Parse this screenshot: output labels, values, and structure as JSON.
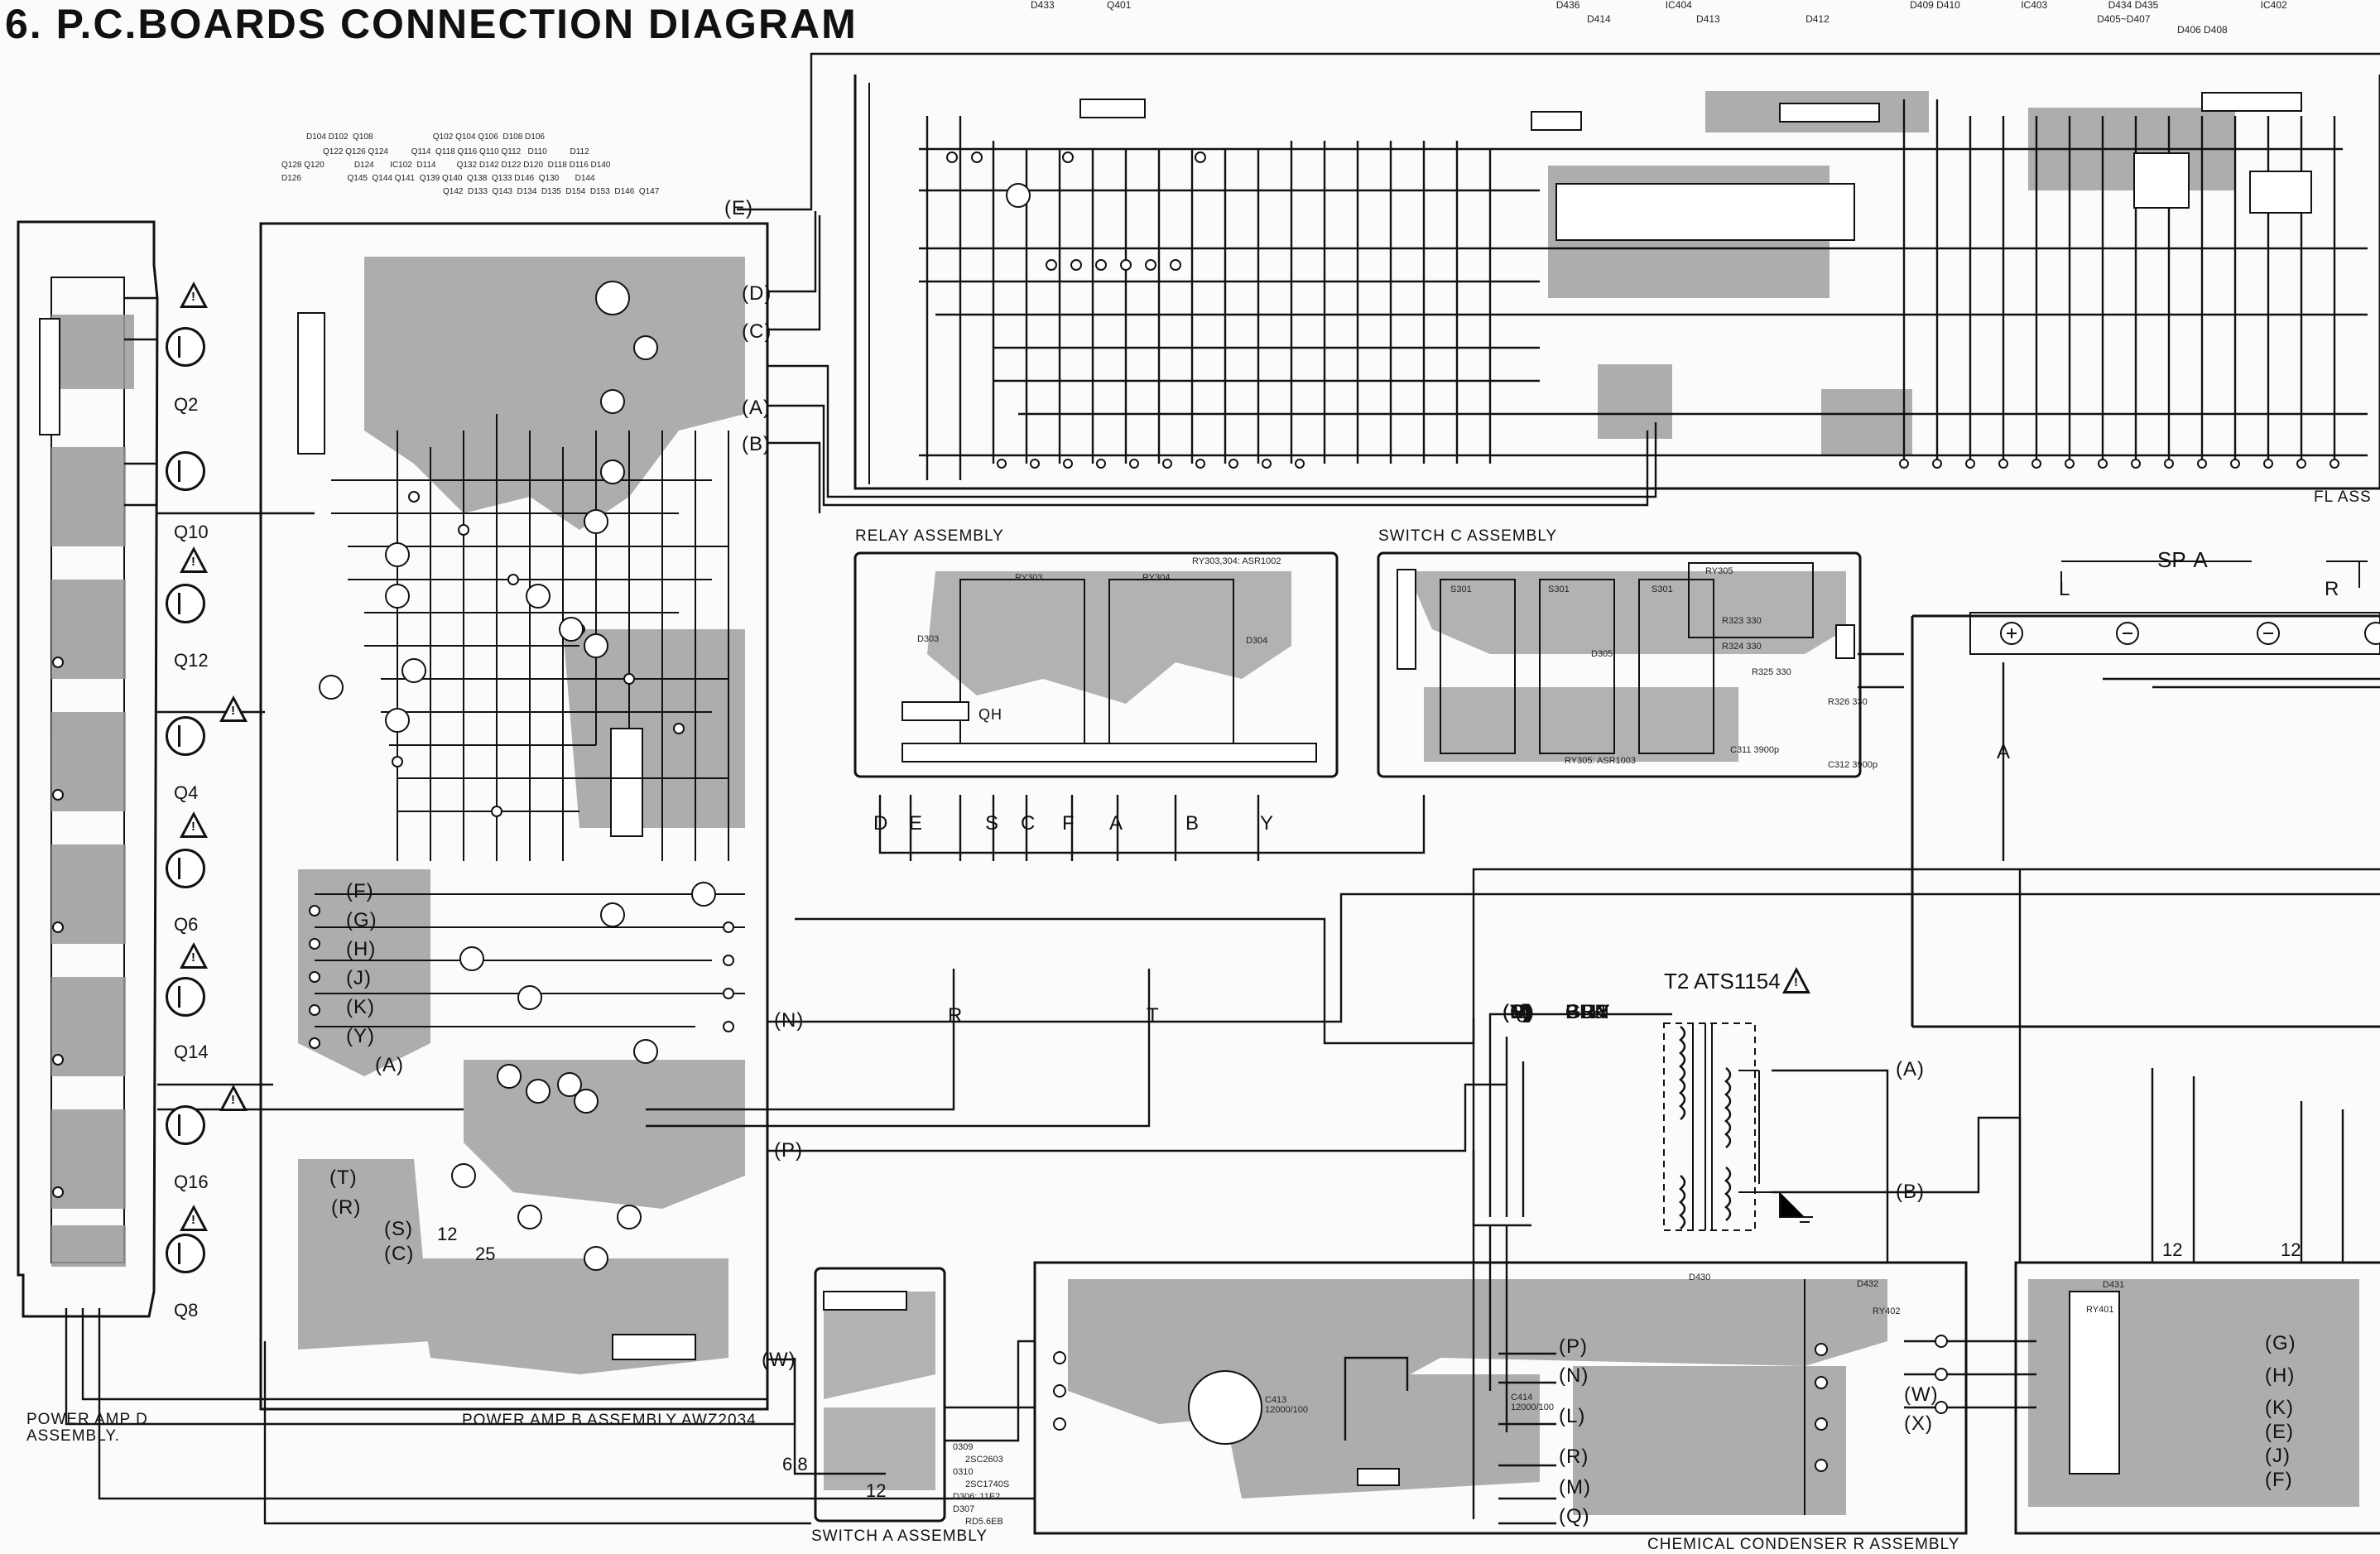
{
  "title": "6. P.C.BOARDS  CONNECTION  DIAGRAM",
  "boards": {
    "power_amp_d": "POWER AMP D\nASSEMBLY.",
    "power_amp_b": "POWER AMP B ASSEMBLY  AWZ2034",
    "relay": "RELAY ASSEMBLY",
    "switch_c": "SWITCH C ASSEMBLY",
    "switch_a": "SWITCH A ASSEMBLY",
    "chemical_condenser_r": "CHEMICAL CONDENSER R ASSEMBLY",
    "fl": "FL  ASS"
  },
  "power_amp_d_transistors": [
    "Q2",
    "Q10",
    "Q12",
    "Q4",
    "Q6",
    "Q14",
    "Q16",
    "Q8"
  ],
  "top_component_labels": {
    "fl_row1": [
      "D433",
      "Q401",
      "D436",
      "IC404",
      "D409 D410",
      "IC403",
      "D434 D435",
      "IC402"
    ],
    "fl_row2": [
      "D414",
      "D413",
      "D412",
      "D405~D407",
      "D406  D408"
    ],
    "pab_rows": [
      "D104 D102  Q108                          Q102 Q104 Q106  D108 D106",
      "Q122 Q126 Q124          Q114  Q118 Q116 Q110 Q112   D110          D112",
      "Q128 Q120             D124       IC102  D114         Q132 D142 D122 D120  D118 D116 D140",
      "D126                    Q145  Q144 Q141  Q139 Q140  Q138  Q133 D146  Q130       D144",
      "Q142  D133  Q143  D134  D135  D154  D153  D146  Q147"
    ]
  },
  "connectors": {
    "pab_right": [
      "(E)",
      "(D)",
      "(C)",
      "(A)",
      "(B)",
      "(N)",
      "(P)",
      "(W)"
    ],
    "relay_bottom": [
      "D",
      "E",
      "S",
      "C",
      "F",
      "A",
      "B",
      "Y"
    ],
    "relay_wires": [
      "R",
      "T"
    ],
    "pab_left": [
      "(F)",
      "(G)",
      "(H)",
      "(J)",
      "(K)",
      "(Y)",
      "(A)",
      "(T)",
      "(R)",
      "(S)",
      "(C)"
    ],
    "chem_left": [
      "(P)",
      "(N)",
      "(L)",
      "(R)",
      "(M)",
      "(Q)"
    ],
    "chem_right": [
      "(W)",
      "(X)"
    ],
    "right_board": [
      "(G)",
      "(H)",
      "(K)",
      "(E)",
      "(J)",
      "(F)"
    ]
  },
  "transformer": {
    "label": "T2 ATS1154",
    "wires": [
      {
        "terminal": "(L)",
        "color": "BRN"
      },
      {
        "terminal": "(M)",
        "color": "BLU"
      },
      {
        "terminal": "(N)",
        "color": "GRY"
      },
      {
        "terminal": "(N)",
        "color": "GRY"
      },
      {
        "terminal": "(P)",
        "color": "PUR"
      },
      {
        "terminal": "(Q)",
        "color": "BRN"
      },
      {
        "terminal": "(R)",
        "color": "GRY"
      },
      {
        "terminal": "(S)",
        "color": "BLK"
      },
      {
        "terminal": "(T)",
        "color": "GRY"
      },
      {
        "terminal": "(U)",
        "color": ""
      }
    ],
    "outputs": [
      "(A)",
      "(B)"
    ]
  },
  "speaker": {
    "label": "SP-A",
    "left": "L",
    "right": "R",
    "connector": "A"
  },
  "switch_a_parts": [
    "0309",
    "2SC2603",
    "0310",
    "2SC1740S",
    "D306: 11E2",
    "D307",
    "RD5.6EB",
    "6.8",
    "12"
  ],
  "misc_numbers": [
    "12",
    "12",
    "25",
    "12"
  ],
  "relay_parts": [
    "RY303",
    "RY304",
    "RY303,304: ASR1002",
    "D303",
    "D304",
    "QH"
  ],
  "switch_c_parts": [
    "S301",
    "S301",
    "S301",
    "RY305",
    "R323 330",
    "R324 330",
    "R325 330",
    "R326 330",
    "D305",
    "C311 3900p",
    "C312 3900p",
    "RY305: ASR1003"
  ],
  "chem_parts": [
    "C414 12000/100",
    "C413 12000/100",
    "RY402",
    "RY401",
    "D430",
    "D432",
    "D431"
  ],
  "colors": {
    "ink": "#111111",
    "paper": "#fbfbf9",
    "copper": "#8a8a8a",
    "pad": "#ffffff"
  }
}
